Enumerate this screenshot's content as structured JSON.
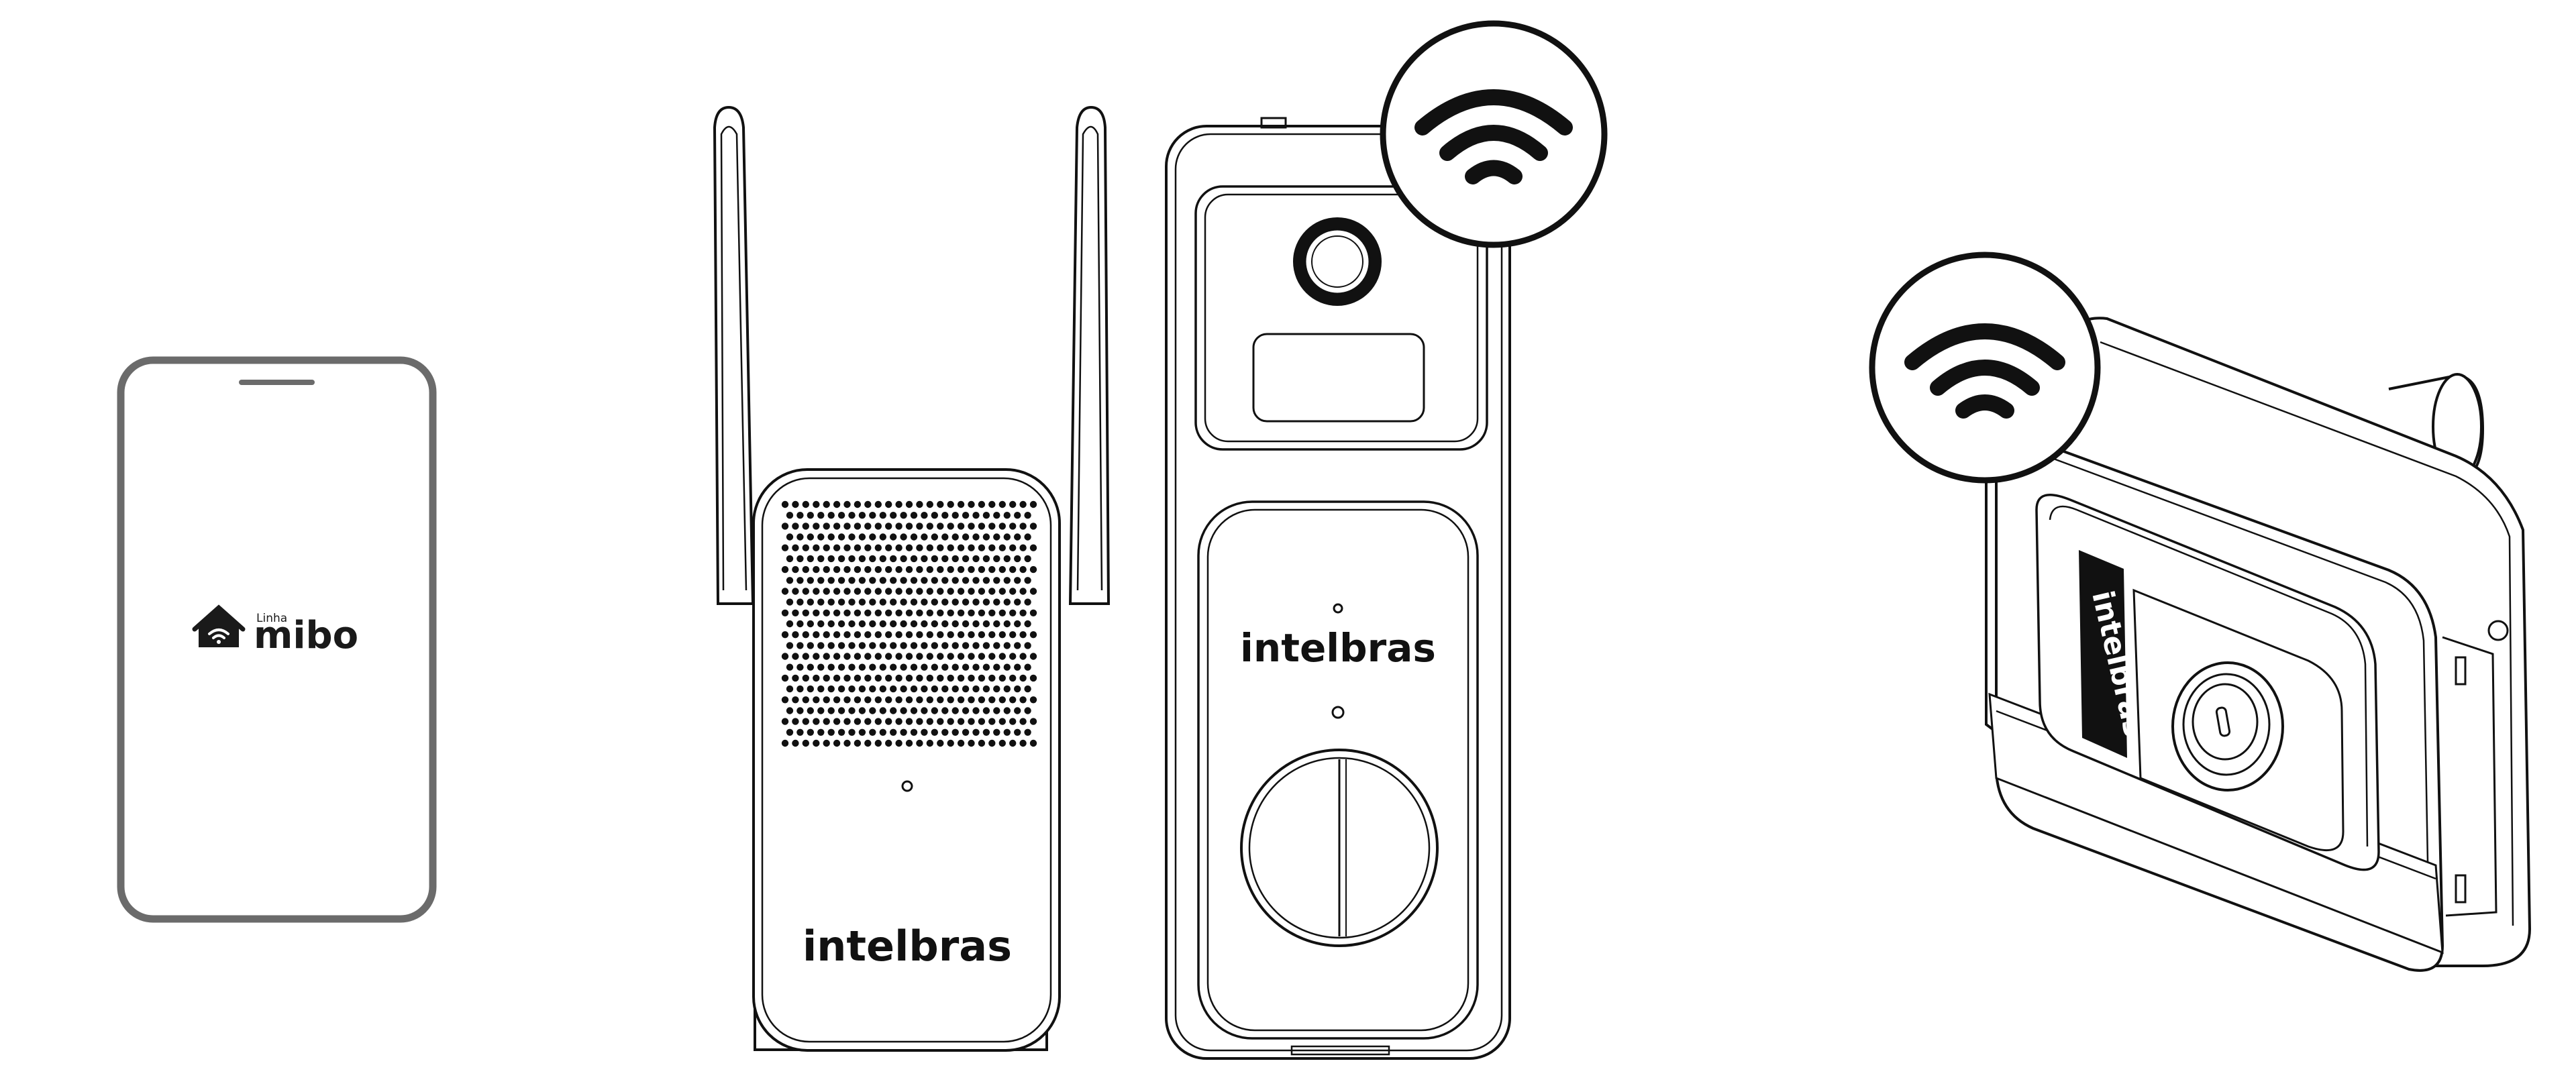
{
  "phone": {
    "logo_small": "Linha",
    "logo_main": "mibo"
  },
  "chime": {
    "brand": "intelbras"
  },
  "doorbell": {
    "brand": "intelbras"
  },
  "lock": {
    "brand": "intelbras"
  },
  "icons": {
    "wifi_doorbell": "wifi-icon",
    "wifi_lock": "wifi-icon",
    "mibo_home": "home-wifi-icon"
  },
  "colors": {
    "line": "#111111",
    "phone_frame": "#6b6b6b",
    "background": "#ffffff"
  }
}
